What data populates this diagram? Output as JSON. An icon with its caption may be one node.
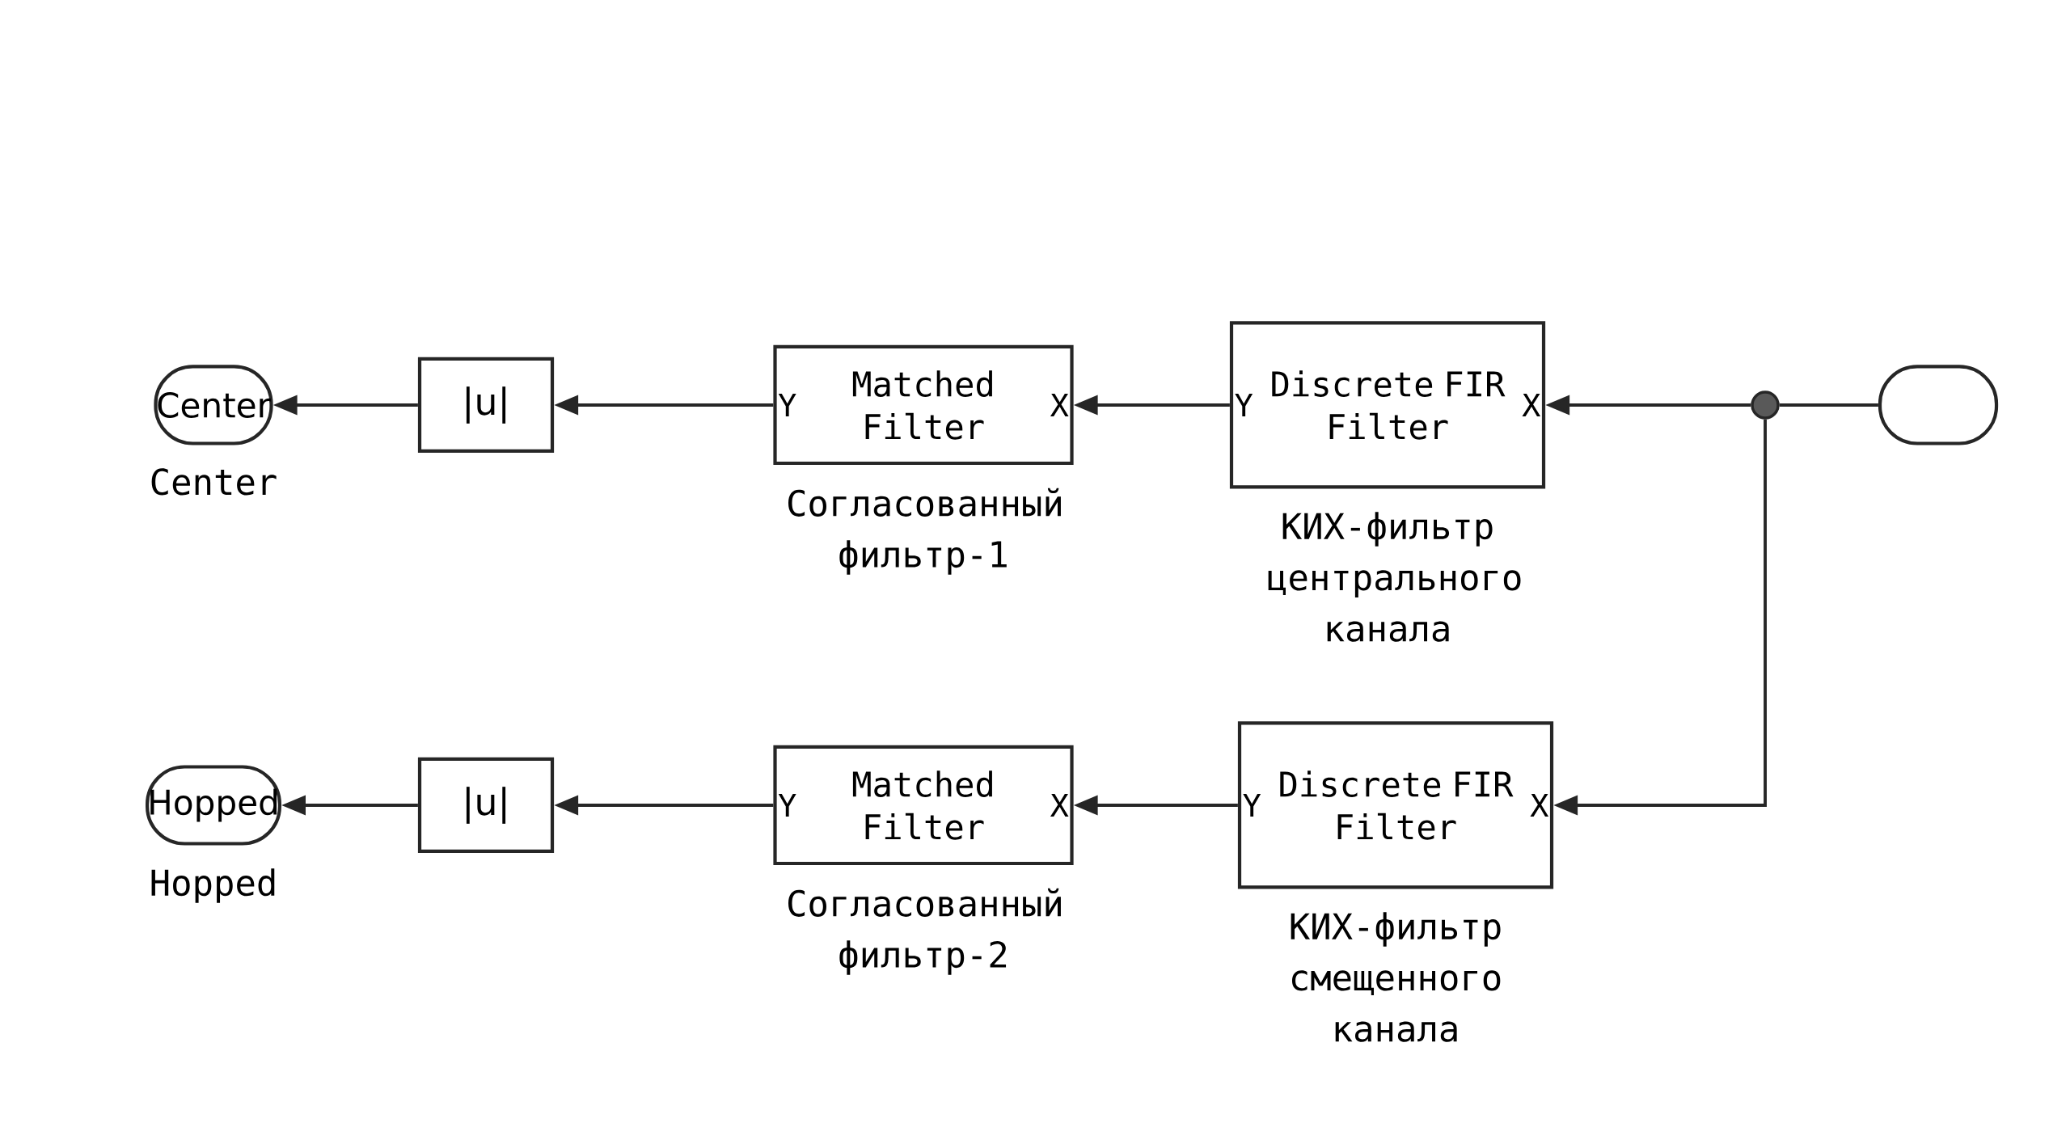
{
  "diagram": {
    "nodes": [
      {
        "text": [
          "Center"
        ],
        "beside": [
          "Center"
        ]
      },
      {
        "text": [
          "|u|"
        ]
      },
      {
        "text": [
          "Y",
          "Matched Filter",
          "X"
        ],
        "beside": [
          "Согласованный фильтр-1"
        ]
      },
      {
        "text": [
          "Y",
          "Discrete FIR Filter",
          "X"
        ],
        "beside": [
          "КИХ-фильтр центрального канала"
        ]
      },
      {
        "text": [],
        "shape": "circle"
      },
      {
        "text": [],
        "shape": "oval"
      },
      {
        "text": [
          "Hopped"
        ],
        "beside": [
          "Hopped"
        ]
      },
      {
        "text": [
          "|u|"
        ]
      },
      {
        "text": [
          "Y",
          "Matched Filter",
          "X"
        ],
        "beside": [
          "Согласованный фильтр-2"
        ]
      },
      {
        "text": [
          "Y",
          "Discrete FIR Filter",
          "X"
        ],
        "beside": [
          "КИХ-фильтр смещенного канала"
        ]
      }
    ],
    "edges": [
      {
        "from": 5,
        "to": 4,
        "arrow": "none"
      },
      {
        "from": 4,
        "to": 3,
        "arrow": "to"
      },
      {
        "from": 3,
        "to": 2,
        "arrow": "to"
      },
      {
        "from": 2,
        "to": 1,
        "arrow": "to"
      },
      {
        "from": 1,
        "to": 0,
        "arrow": "to"
      },
      {
        "from": 4,
        "to": 9,
        "arrow": "to"
      },
      {
        "from": 9,
        "to": 8,
        "arrow": "to"
      },
      {
        "from": 8,
        "to": 7,
        "arrow": "to"
      },
      {
        "from": 7,
        "to": 6,
        "arrow": "to"
      }
    ]
  }
}
